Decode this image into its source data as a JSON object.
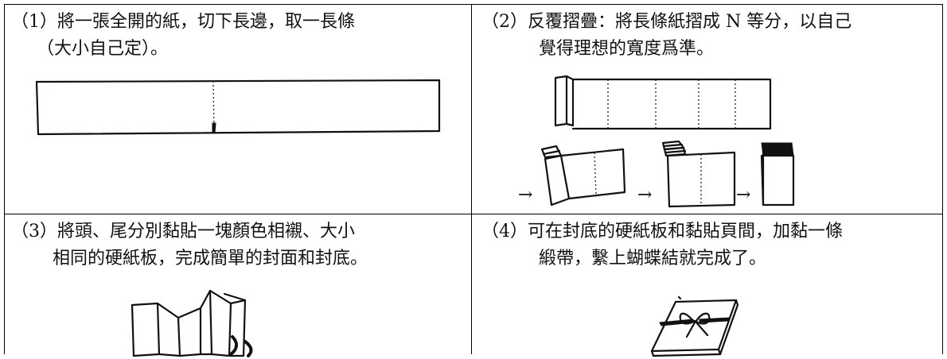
{
  "steps": [
    {
      "lines": [
        "（1）將一張全開的紙，切下長邊，取一長條",
        "（大小自己定）。"
      ]
    },
    {
      "lines": [
        "（2）反覆摺疊：將長條紙摺成 N 等分，以自己",
        "覺得理想的寬度爲準。"
      ]
    },
    {
      "lines": [
        "（3）將頭、尾分別黏貼一塊顏色相襯、大小",
        "相同的硬紙板，完成簡單的封面和封底。"
      ]
    },
    {
      "lines": [
        "（4）可在封底的硬紙板和黏貼頁間，加黏一條",
        "緞帶，繫上蝴蝶結就完成了。"
      ]
    }
  ],
  "arrow_symbol": "→"
}
